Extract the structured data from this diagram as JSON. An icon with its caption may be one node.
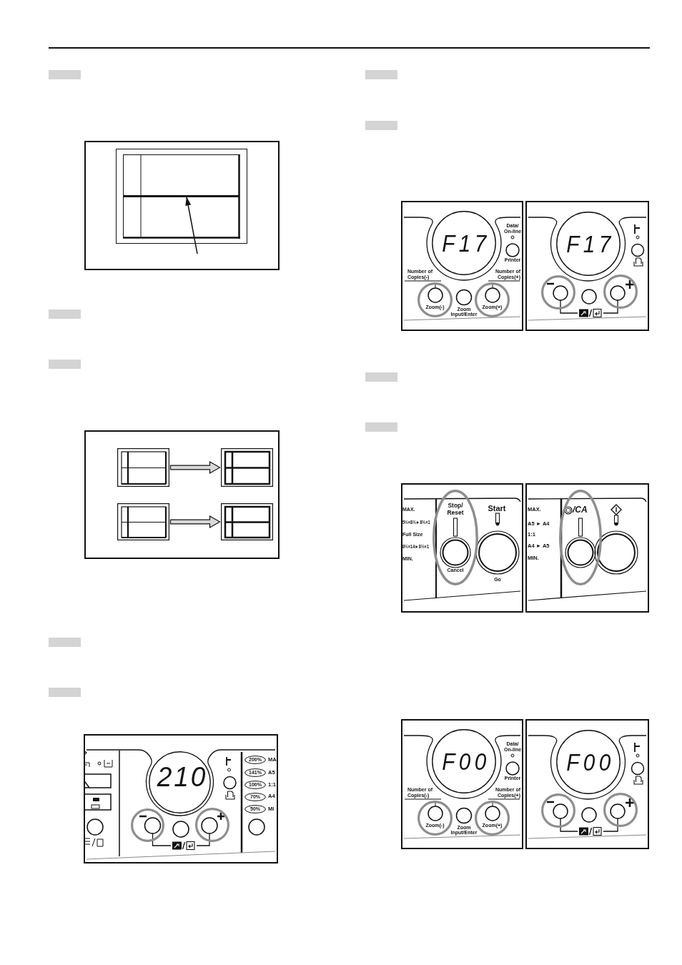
{
  "diagram": {
    "nodes": [
      {
        "text": [],
        "shape": "box"
      },
      {
        "text": [],
        "shape": "line",
        "in": 0
      },
      {
        "text": [],
        "shape": "box"
      },
      {
        "text": [],
        "shape": "picture",
        "in": 2
      },
      {
        "text": [],
        "shape": "picture",
        "in": 2
      },
      {
        "text": [],
        "shape": "picture",
        "in": 2
      },
      {
        "text": [],
        "shape": "picture",
        "in": 2
      },
      {
        "text": [
          "MA",
          "A5",
          "1:1",
          "A4",
          "MI"
        ]
      },
      {
        "text": [
          "210"
        ],
        "in": 7
      },
      {
        "text": [
          "200%"
        ],
        "in": 7
      },
      {
        "text": [
          "141%"
        ],
        "in": 7
      },
      {
        "text": [
          "100%"
        ],
        "in": 7
      },
      {
        "text": [
          "70%"
        ],
        "in": 7
      },
      {
        "text": [
          "50%"
        ],
        "in": 7
      },
      {
        "text": [],
        "shape": "circle",
        "in": 7
      },
      {
        "text": [],
        "shape": "circle",
        "in": 7
      },
      {
        "text": [
          "Data/ On-line",
          "Printer",
          "Number of Copies(-)",
          "Number of Copies(+)",
          "Zoom Input/Enter"
        ]
      },
      {
        "text": [
          "F17"
        ],
        "in": 16
      },
      {
        "text": [
          "Zoom(-)"
        ],
        "in": 16
      },
      {
        "text": [
          "Zoom(+)"
        ],
        "in": 16
      },
      {
        "text": [],
        "shape": "box"
      },
      {
        "text": [
          "F17"
        ],
        "in": 20
      },
      {
        "text": [],
        "shape": "circle",
        "in": 20
      },
      {
        "text": [],
        "shape": "circle",
        "in": 20
      },
      {
        "text": [
          "MAX.",
          "5½×8½►8½×1",
          "Full Size",
          "8½×14►8½×1",
          "MIN.",
          "Start",
          "Go"
        ]
      },
      {
        "text": [
          "Stop/ Reset",
          "Cancel"
        ],
        "in": 24
      },
      {
        "text": [
          "MAX.",
          "A5 ► A4",
          "1:1",
          "A4 ► A5",
          "MIN."
        ]
      },
      {
        "text": [
          "/CA"
        ],
        "in": 26
      },
      {
        "text": [
          "Data/ On-line",
          "Printer",
          "Number of Copies(-)",
          "Number of Copies(+)",
          "Zoom Input/Enter"
        ]
      },
      {
        "text": [
          "F00"
        ],
        "in": 28
      },
      {
        "text": [
          "Zoom(-)"
        ],
        "in": 28
      },
      {
        "text": [
          "Zoom(+)"
        ],
        "in": 28
      },
      {
        "text": [],
        "shape": "box"
      },
      {
        "text": [
          "F00"
        ],
        "in": 32
      },
      {
        "text": [],
        "shape": "circle",
        "in": 32
      },
      {
        "text": [],
        "shape": "circle",
        "in": 32
      }
    ],
    "edges": [
      {
        "from": null,
        "to": 1,
        "arrow": "to"
      },
      {
        "from": 3,
        "to": 4,
        "arrow": "to",
        "style": "thick"
      },
      {
        "from": 5,
        "to": 6,
        "arrow": "to",
        "style": "thick"
      }
    ]
  }
}
